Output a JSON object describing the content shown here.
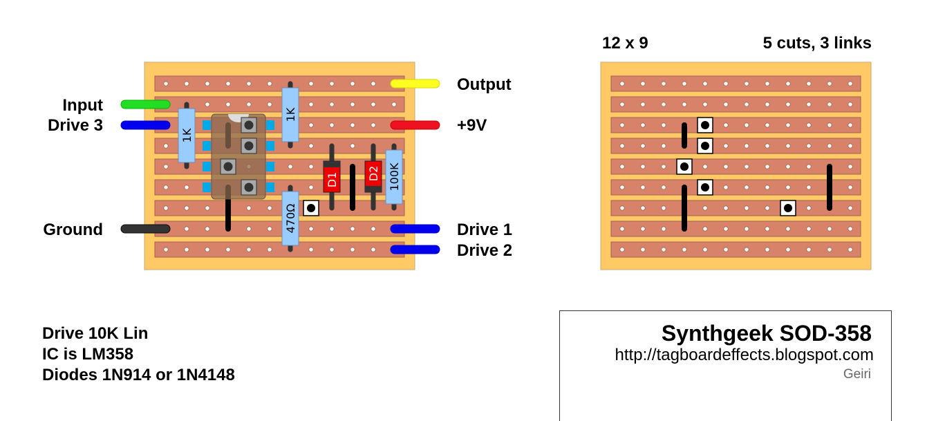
{
  "layout_board": {
    "columns": 12,
    "rows": 9,
    "colors": {
      "board": "#FFC966",
      "board_border": "#C9A870",
      "strip": "#D9826A",
      "strip_border": "#9E6450",
      "hole": "#FFFFFF",
      "resistor_body": "#99CCFF",
      "resistor_border": "#6F8FB0",
      "diode_body": "#EE0000",
      "diode_band": "#333333",
      "ic_body": "#8B6A50",
      "ic_pin": "#00AAE8",
      "link": "#000000",
      "leg": "#333333"
    },
    "wires": [
      {
        "name": "Input",
        "side": "left",
        "row": 1,
        "color": "#22DD22"
      },
      {
        "name": "Drive 3",
        "side": "left",
        "row": 2,
        "color": "#0000EE"
      },
      {
        "name": "Ground",
        "side": "left",
        "row": 7,
        "color": "#333333"
      },
      {
        "name": "Output",
        "side": "right",
        "row": 0,
        "color": "#FFFF22"
      },
      {
        "name": "+9V",
        "side": "right",
        "row": 2,
        "color": "#EE1122"
      },
      {
        "name": "Drive 1",
        "side": "right",
        "row": 7,
        "color": "#0000EE"
      },
      {
        "name": "Drive 2",
        "side": "right",
        "row": 8,
        "color": "#0000EE"
      }
    ],
    "resistors": [
      {
        "label": "1K",
        "col": 1,
        "from_row": 1,
        "to_row": 4
      },
      {
        "label": "1K",
        "col": 6,
        "from_row": 0,
        "to_row": 3
      },
      {
        "label": "470Ω",
        "col": 6,
        "from_row": 5,
        "to_row": 8
      },
      {
        "label": "100K",
        "col": 11,
        "from_row": 3,
        "to_row": 6
      }
    ],
    "diodes": [
      {
        "label": "D1",
        "col": 8,
        "from_row": 3,
        "to_row": 6,
        "band": "top"
      },
      {
        "label": "D2",
        "col": 10,
        "from_row": 3,
        "to_row": 6,
        "band": "bottom"
      }
    ],
    "links": [
      {
        "col": 3,
        "from_row": 2,
        "to_row": 3
      },
      {
        "col": 3,
        "from_row": 5,
        "to_row": 7
      },
      {
        "col": 9,
        "from_row": 4,
        "to_row": 6
      }
    ],
    "ic": {
      "label": "LM358",
      "left_col": 2,
      "right_col": 5,
      "top_row": 2,
      "bottom_row": 5
    },
    "ic_cuts": [
      {
        "col": 4,
        "row": 2
      },
      {
        "col": 4,
        "row": 3
      },
      {
        "col": 3,
        "row": 4
      },
      {
        "col": 4,
        "row": 5
      }
    ],
    "cuts": [
      {
        "col": 7,
        "row": 6
      }
    ]
  },
  "cut_board": {
    "size_label": "12 x 9",
    "summary_label": "5 cuts, 3 links",
    "columns": 12,
    "rows": 9,
    "cuts": [
      {
        "col": 4,
        "row": 2
      },
      {
        "col": 4,
        "row": 3
      },
      {
        "col": 3,
        "row": 4
      },
      {
        "col": 4,
        "row": 5
      },
      {
        "col": 8,
        "row": 6
      }
    ],
    "links": [
      {
        "col": 3,
        "from_row": 2,
        "to_row": 3
      },
      {
        "col": 3,
        "from_row": 5,
        "to_row": 7
      },
      {
        "col": 10,
        "from_row": 4,
        "to_row": 6
      }
    ]
  },
  "labels": {
    "input": "Input",
    "drive3": "Drive 3",
    "ground": "Ground",
    "output": "Output",
    "plus9v": "+9V",
    "drive1": "Drive 1",
    "drive2": "Drive 2"
  },
  "notes": [
    "Drive 10K Lin",
    "IC is LM358",
    "Diodes 1N914 or 1N4148"
  ],
  "title_box": {
    "title": "Synthgeek SOD-358",
    "url": "http://tagboardeffects.blogspot.com",
    "author": "Geiri"
  }
}
